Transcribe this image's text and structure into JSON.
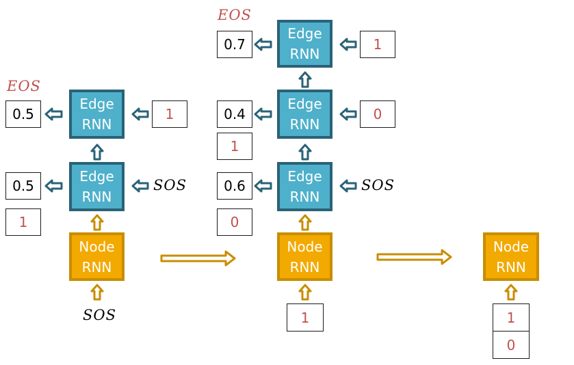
{
  "rnn_labels": {
    "edge_line1": "Edge",
    "edge_line2": "RNN",
    "node_line1": "Node",
    "node_line2": "RNN"
  },
  "tokens": {
    "sos": "SOS",
    "eos": "EOS"
  },
  "step1": {
    "edge_bottom_output": "0.5",
    "edge_bottom_sample": "1",
    "edge_top_output": "0.5",
    "edge_top_input": "1"
  },
  "step2": {
    "edge_bottom_output": "0.6",
    "edge_bottom_sample": "0",
    "edge_mid_output": "0.4",
    "edge_mid_input": "0",
    "edge_mid_sample": "1",
    "edge_top_output": "0.7",
    "edge_top_input": "1",
    "node_input": "1"
  },
  "step3": {
    "node_input_top": "1",
    "node_input_bottom": "0"
  },
  "colors": {
    "edge_fill": "#4eb0cb",
    "edge_border": "#2a6278",
    "node_fill": "#f2a900",
    "node_border": "#c98d00",
    "bit_text": "#c0504d",
    "gold_arrow": "#c98d00",
    "blue_arrow": "#2a6278"
  }
}
